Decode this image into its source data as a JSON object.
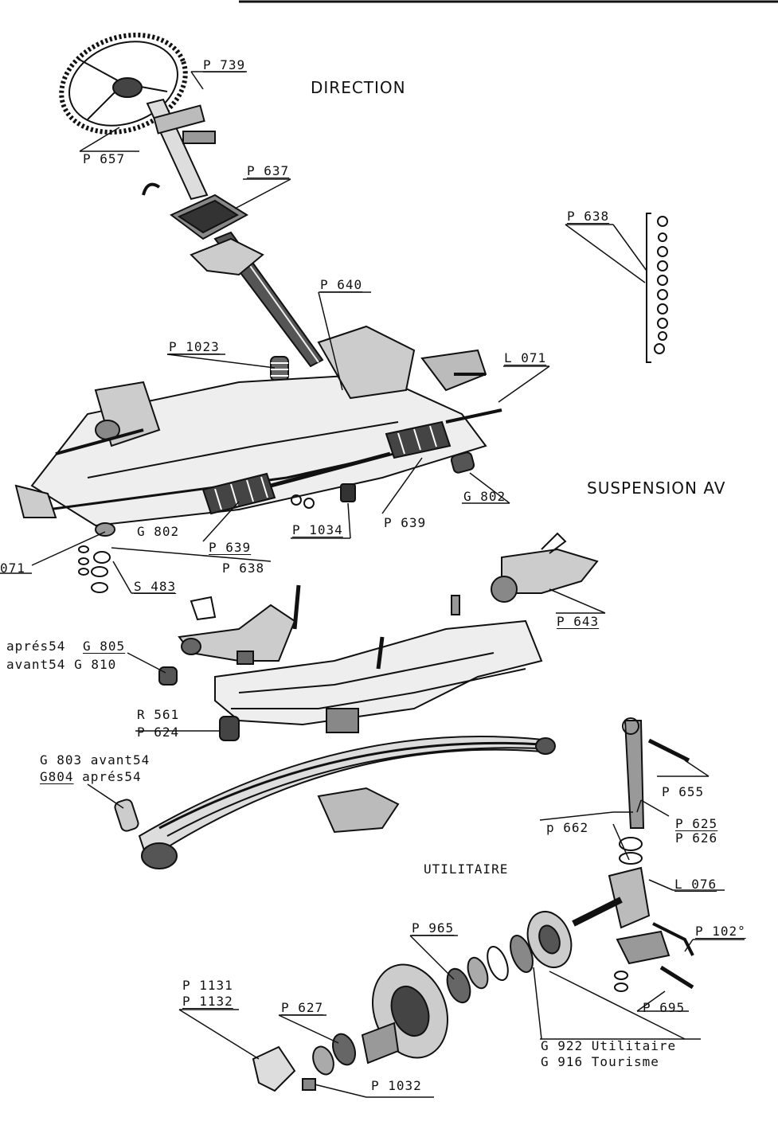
{
  "titles": {
    "direction": "DIRECTION",
    "suspension": "SUSPENSION AV",
    "utilitaire": "UTILITAIRE"
  },
  "labels": {
    "p739": "P 739",
    "p657": "P 657",
    "p637": "P 637",
    "p638_top": "P 638",
    "p640": "P 640",
    "p1023": "P 1023",
    "l071_right": "L 071",
    "g802_right": "G 802",
    "p639_right": "P 639",
    "p1034": "P 1034",
    "g802_left": "G 802",
    "p639_left": "P 639",
    "p638_left": "P 638",
    "l071_left": "071",
    "s483": "S 483",
    "p643": "P 643",
    "g805_pre": "aprés54",
    "g805": "G 805",
    "g810": "avant54 G 810",
    "r561": "R 561",
    "p624": "P 624",
    "g803": "G 803  avant54",
    "g804_pre": "G804",
    "g804_post": "  aprés54",
    "p655": "P 655",
    "p625": "P 625",
    "p626": "P 626",
    "p662": "p 662",
    "l076": "L 076",
    "p102x": "P 102°",
    "p965": "P 965",
    "p1131": "P 1131",
    "p1132": "P 1132",
    "p627": "P 627",
    "p695": "P 695",
    "g922": "G 922 Utilitaire",
    "g916": "G 916 Tourisme",
    "p1032": "P 1032"
  },
  "colors": {
    "ink": "#111111",
    "paper": "#ffffff",
    "shade": "#6a6a6a"
  }
}
